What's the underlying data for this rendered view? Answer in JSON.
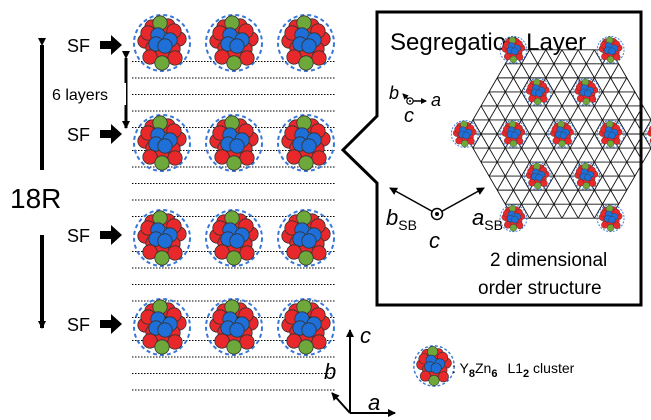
{
  "left": {
    "sf_label": "SF",
    "layers_label": "6 layers",
    "period_label": "18R"
  },
  "inset": {
    "title": "Segregation Layer",
    "axis_b": "b",
    "axis_c": "c",
    "axis_a": "a",
    "axis_b_sb": "b",
    "axis_a_sb": "a",
    "sub_sb": "SB",
    "caption_line1": "2 dimensional",
    "caption_line2": "order structure"
  },
  "axes3d": {
    "c": "c",
    "b": "b",
    "a": "a"
  },
  "legend": {
    "prefix": ": Y",
    "y_sub": "8",
    "zn": "Zn",
    "zn_sub": "6",
    "l1": "L1",
    "l1_sub": "2",
    "suffix": " cluster"
  },
  "colors": {
    "red": "#e8282b",
    "blue": "#1f6fd8",
    "green": "#6fa83a",
    "dash": "#3a78d8"
  }
}
